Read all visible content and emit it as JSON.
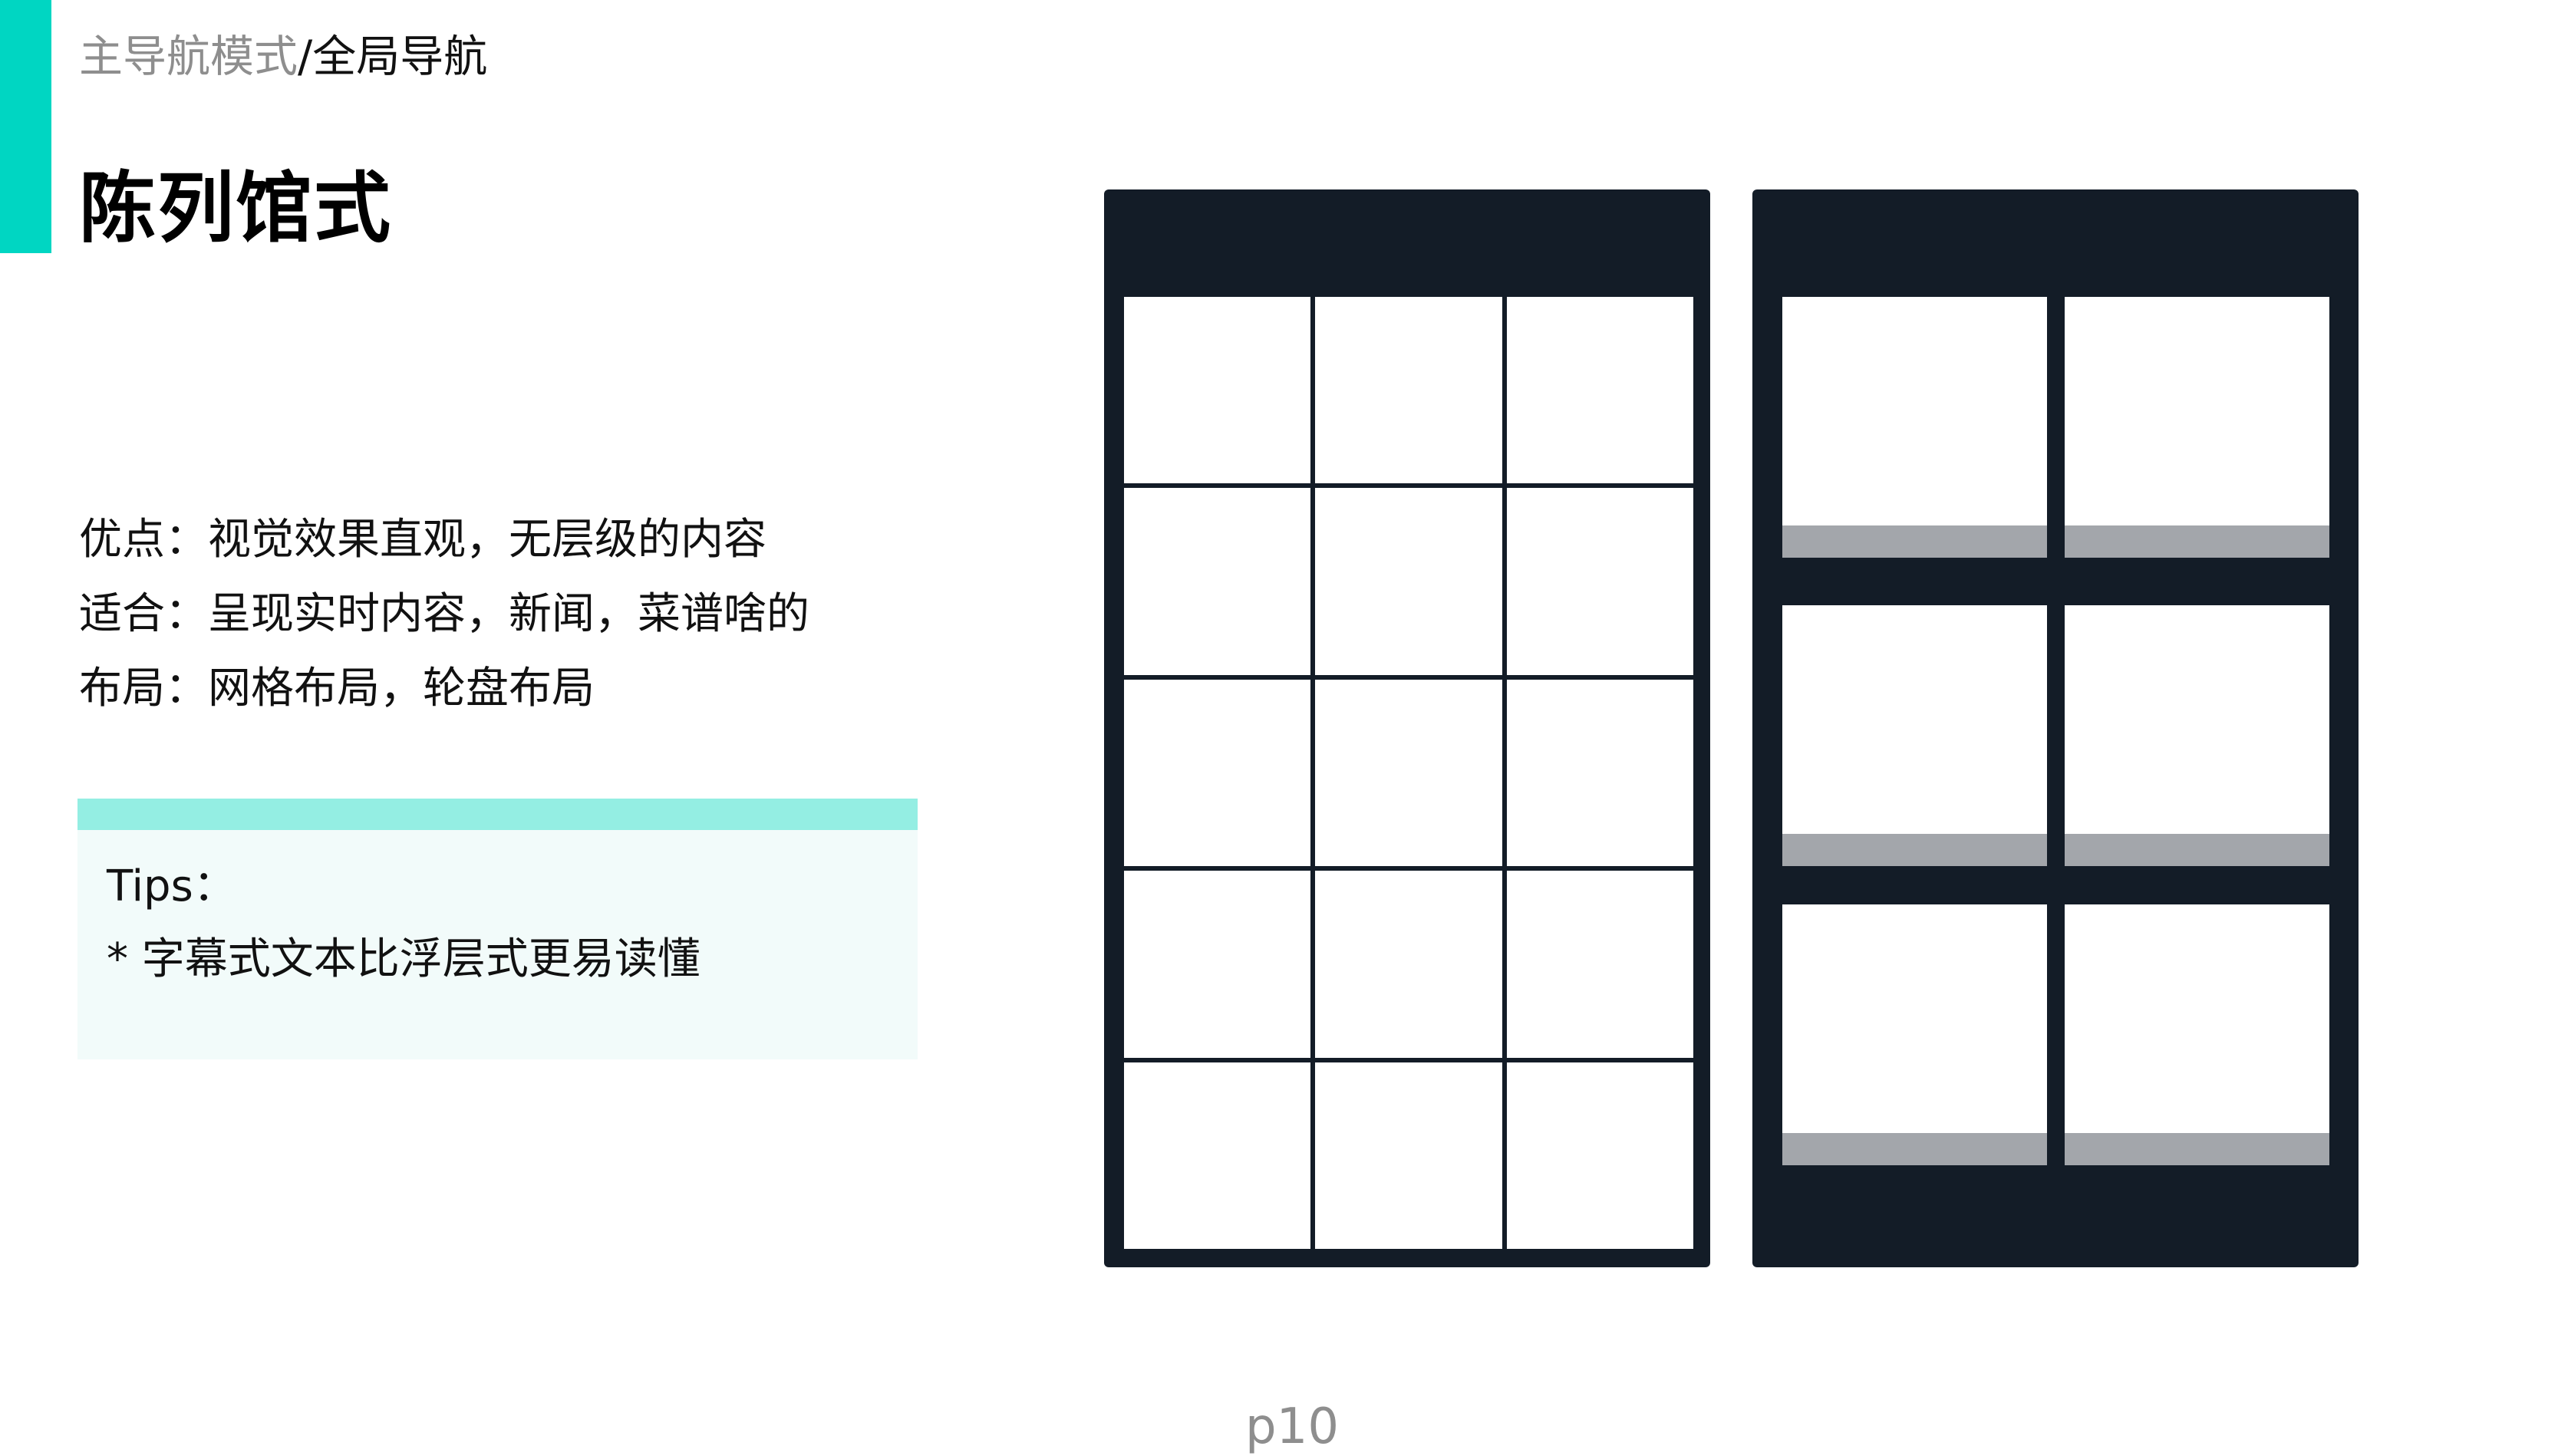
{
  "colors": {
    "accent": "#00d6c2",
    "tips_band": "#94eee3",
    "tips_bg": "#f2fbfa",
    "phone_dark": "#131c27",
    "caption_gray": "#a3a6ab",
    "muted_text": "#8e8e8e"
  },
  "breadcrumb": {
    "parent": "主导航模式",
    "separator": "/",
    "current": "全局导航"
  },
  "title": "陈列馆式",
  "description": {
    "lines": [
      "优点：视觉效果直观，无层级的内容",
      "适合：呈现实时内容，新闻，菜谱啥的",
      "布局：网格布局，轮盘布局"
    ]
  },
  "tips": {
    "title": "Tips：",
    "items": [
      "* 字幕式文本比浮层式更易读懂"
    ]
  },
  "mockups": {
    "grid_layout": {
      "columns": 3,
      "rows": 5
    },
    "card_layout": {
      "columns": 2,
      "rows": 3
    }
  },
  "page_number": "p10"
}
